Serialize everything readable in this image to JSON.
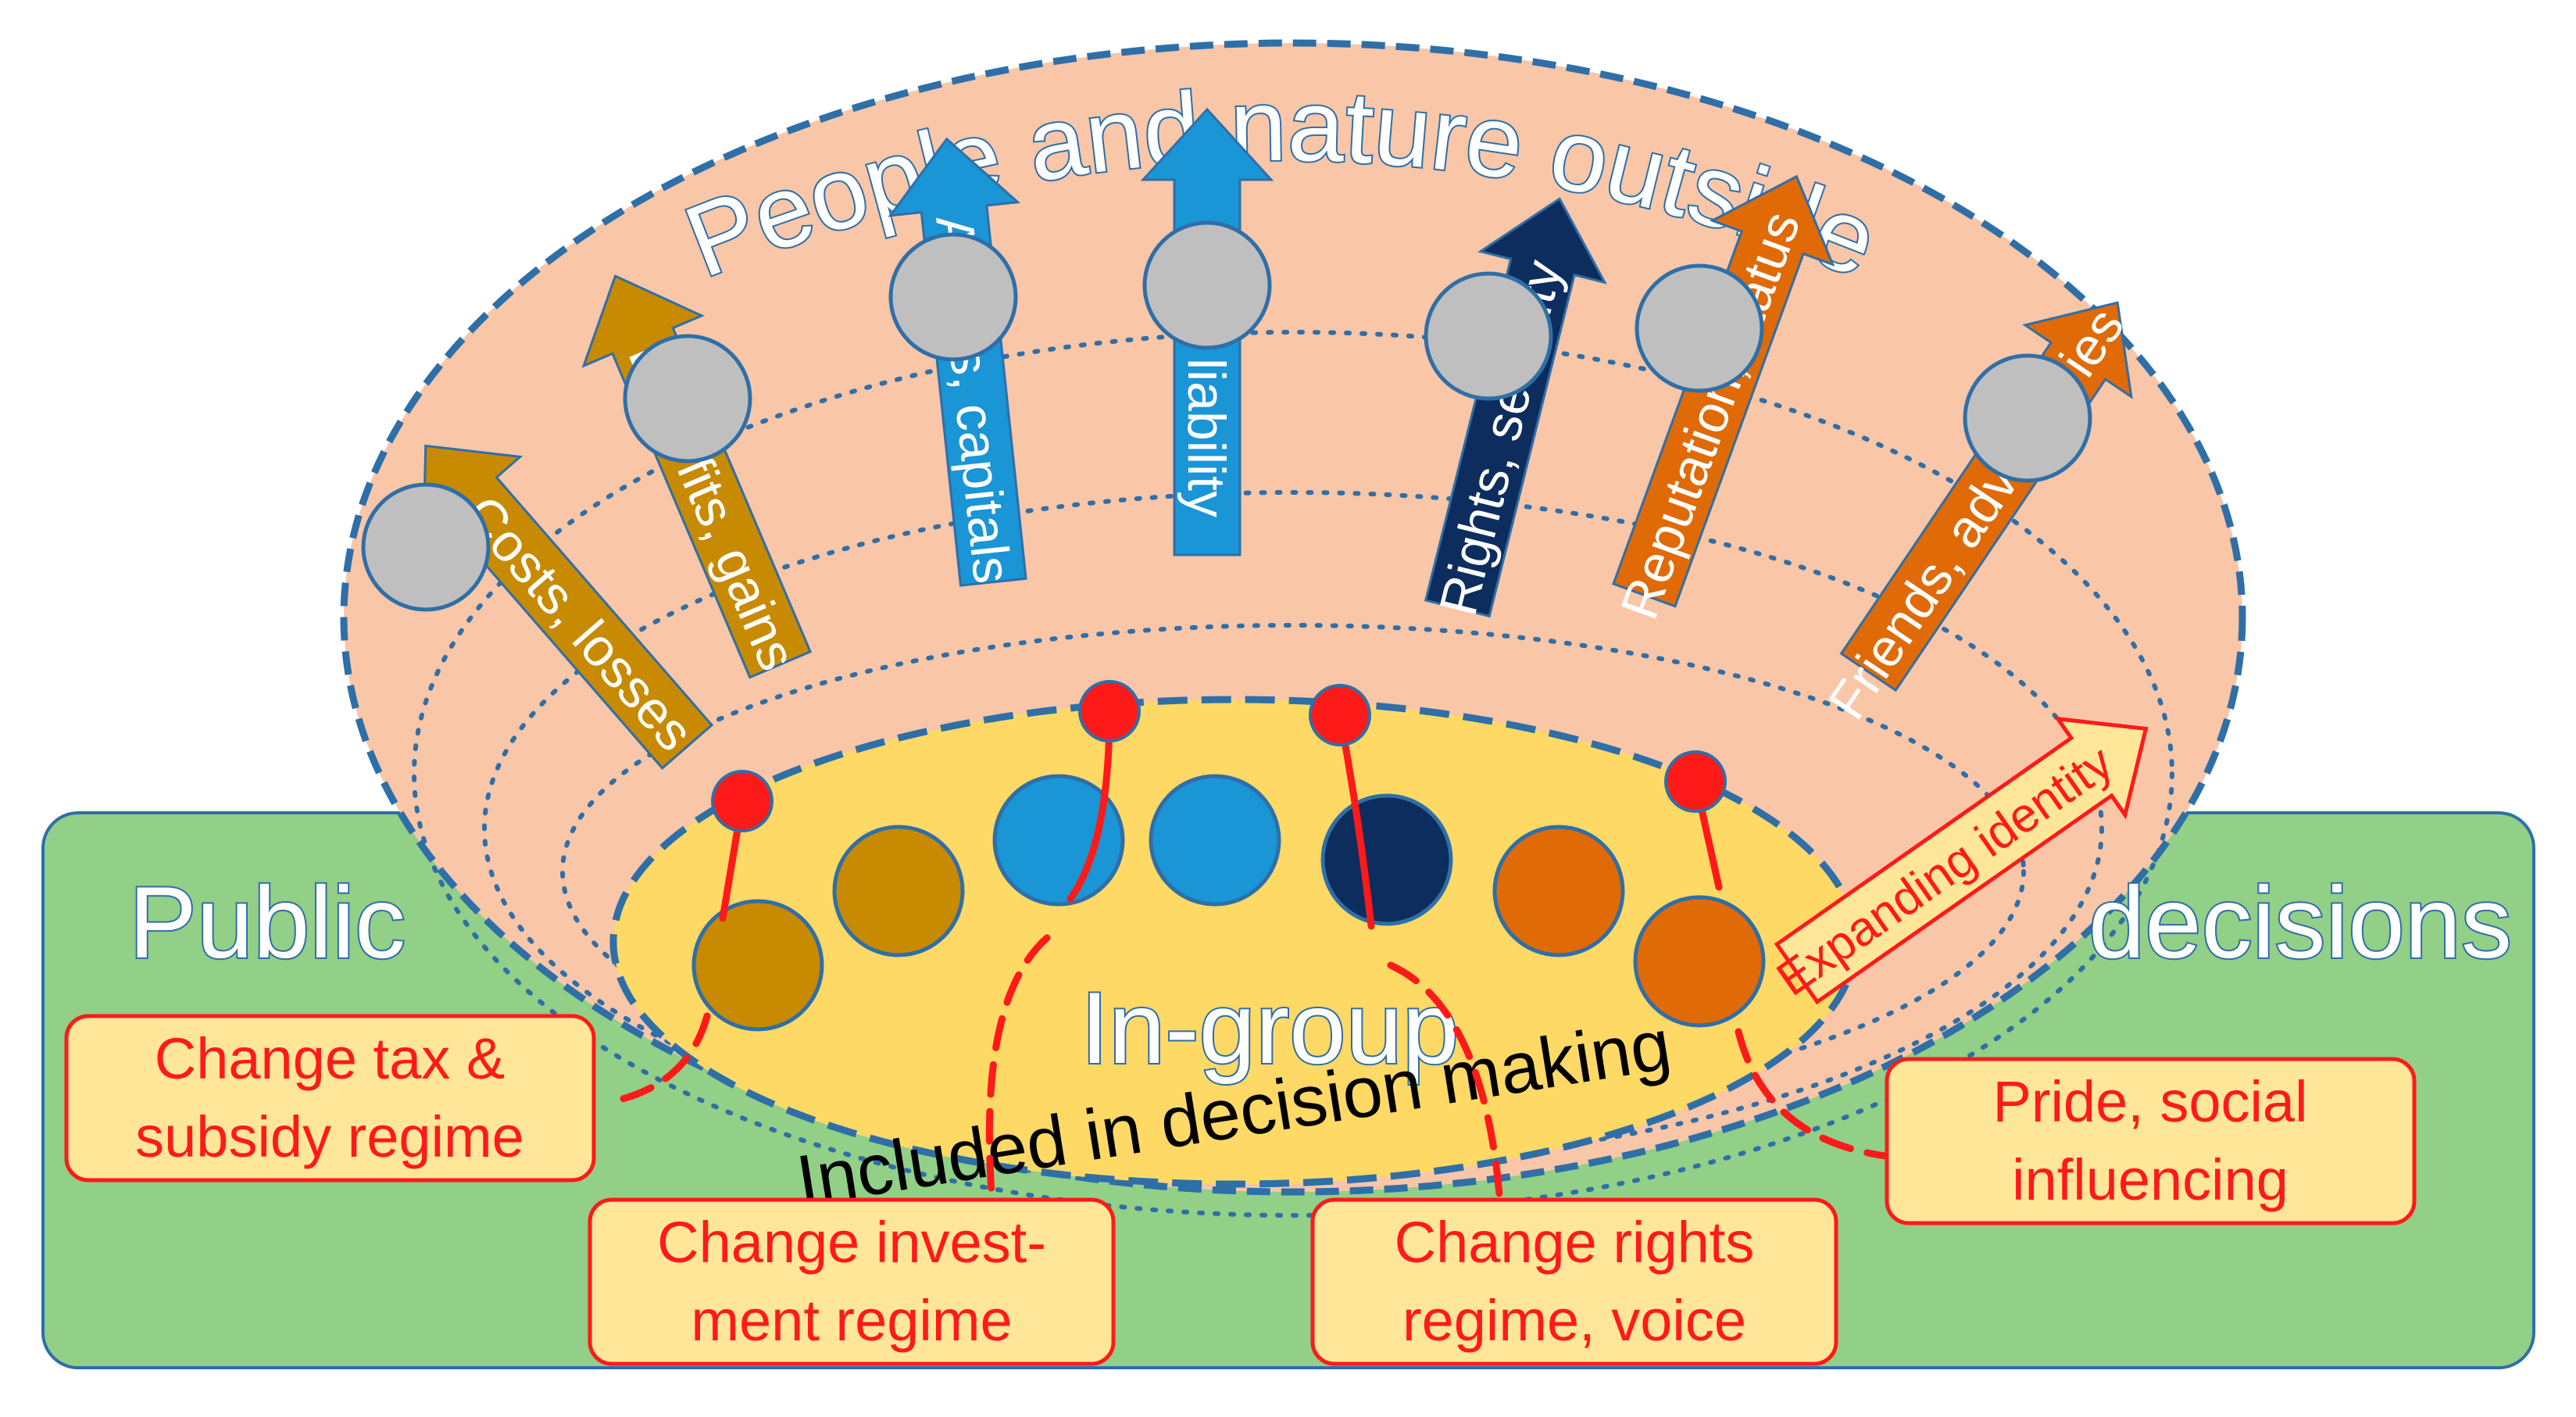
{
  "outer_title": "People and nature outside",
  "left_label": "Public",
  "right_label": "decisions",
  "ingroup_title": "In-group",
  "ingroup_subtitle": "Included in decision making",
  "expanding_identity": "Expanding identity",
  "arrows": [
    {
      "label": "Costs, losses",
      "color": "#c78a00"
    },
    {
      "label": "Benefits, gains",
      "color": "#c78a00"
    },
    {
      "label": "Assets, capitals",
      "color": "#1a95d6"
    },
    {
      "label": "Risk, liability",
      "color": "#1a95d6"
    },
    {
      "label": "Rights, security",
      "color": "#0c2d5e"
    },
    {
      "label": "Reputation, status",
      "color": "#e06a05"
    },
    {
      "label": "Friends, adversaries",
      "color": "#e06a05"
    }
  ],
  "policy_boxes": [
    {
      "line1": "Change tax &",
      "line2": "subsidy regime"
    },
    {
      "line1": "Change invest-",
      "line2": "ment regime"
    },
    {
      "line1": "Change rights",
      "line2": "regime, voice"
    },
    {
      "line1": "Pride, social",
      "line2": "influencing"
    }
  ],
  "colors": {
    "public_panel": "#92cf87",
    "outer_ellipse": "#f9c6a8",
    "ingroup": "#ffd966",
    "border_blue": "#2e6fa8",
    "policy_red": "#ff1a1a",
    "box_fill": "#ffe699",
    "grey_node": "#bfbfbf"
  }
}
